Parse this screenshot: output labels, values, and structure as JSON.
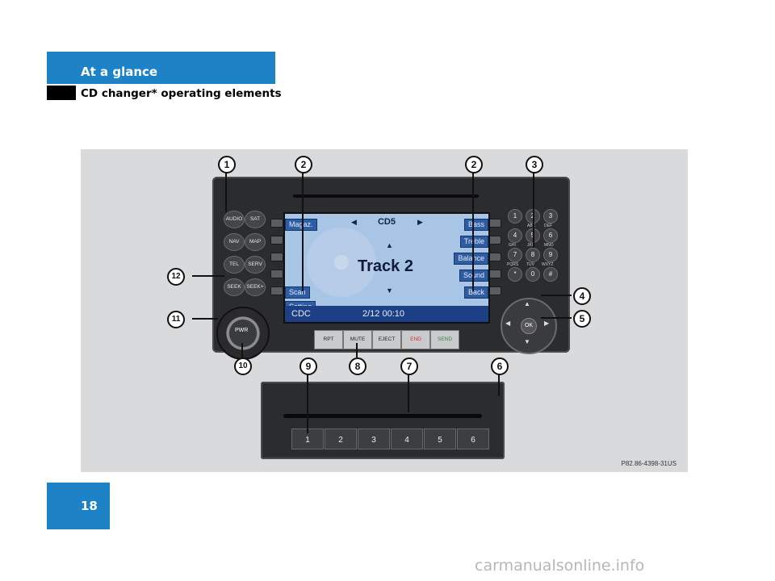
{
  "header": {
    "section": "At a glance",
    "subtitle": "CD changer* operating elements"
  },
  "page": {
    "number": "18"
  },
  "watermark": "carmanualsonline.info",
  "figure": {
    "code": "P82.86-4398-31US",
    "display": {
      "source": "CD5",
      "track": "Track 2",
      "left_buttons": [
        "Magaz.",
        "",
        "",
        "Scan",
        "Setting"
      ],
      "right_buttons": [
        "Bass",
        "Treble",
        "Balance",
        "Sound",
        "Back"
      ],
      "status_mode": "CDC",
      "status_info": "2/12  00:10"
    },
    "left_controls": [
      "AUDIO",
      "SAT",
      "NAV",
      "MAP",
      "TEL",
      "SERV",
      "SEEK",
      "SEEK+"
    ],
    "keypad": [
      "1",
      "2",
      "3",
      "4",
      "5",
      "6",
      "7",
      "8",
      "9",
      "*",
      "0",
      "#"
    ],
    "keypad_sub": [
      "",
      "ABC",
      "DEF",
      "GHI",
      "JKL",
      "MNO",
      "PQRS",
      "TUV",
      "WXYZ",
      "",
      "",
      ""
    ],
    "knob_label": "PWR",
    "ok_label": "OK",
    "function_buttons": [
      "RPT",
      "MUTE",
      "EJECT",
      "END",
      "SEND"
    ],
    "changer_buttons": [
      "1",
      "2",
      "3",
      "4",
      "5",
      "6"
    ],
    "callouts": [
      "1",
      "2",
      "2",
      "3",
      "4",
      "5",
      "6",
      "7",
      "8",
      "9",
      "10",
      "11",
      "12"
    ]
  }
}
